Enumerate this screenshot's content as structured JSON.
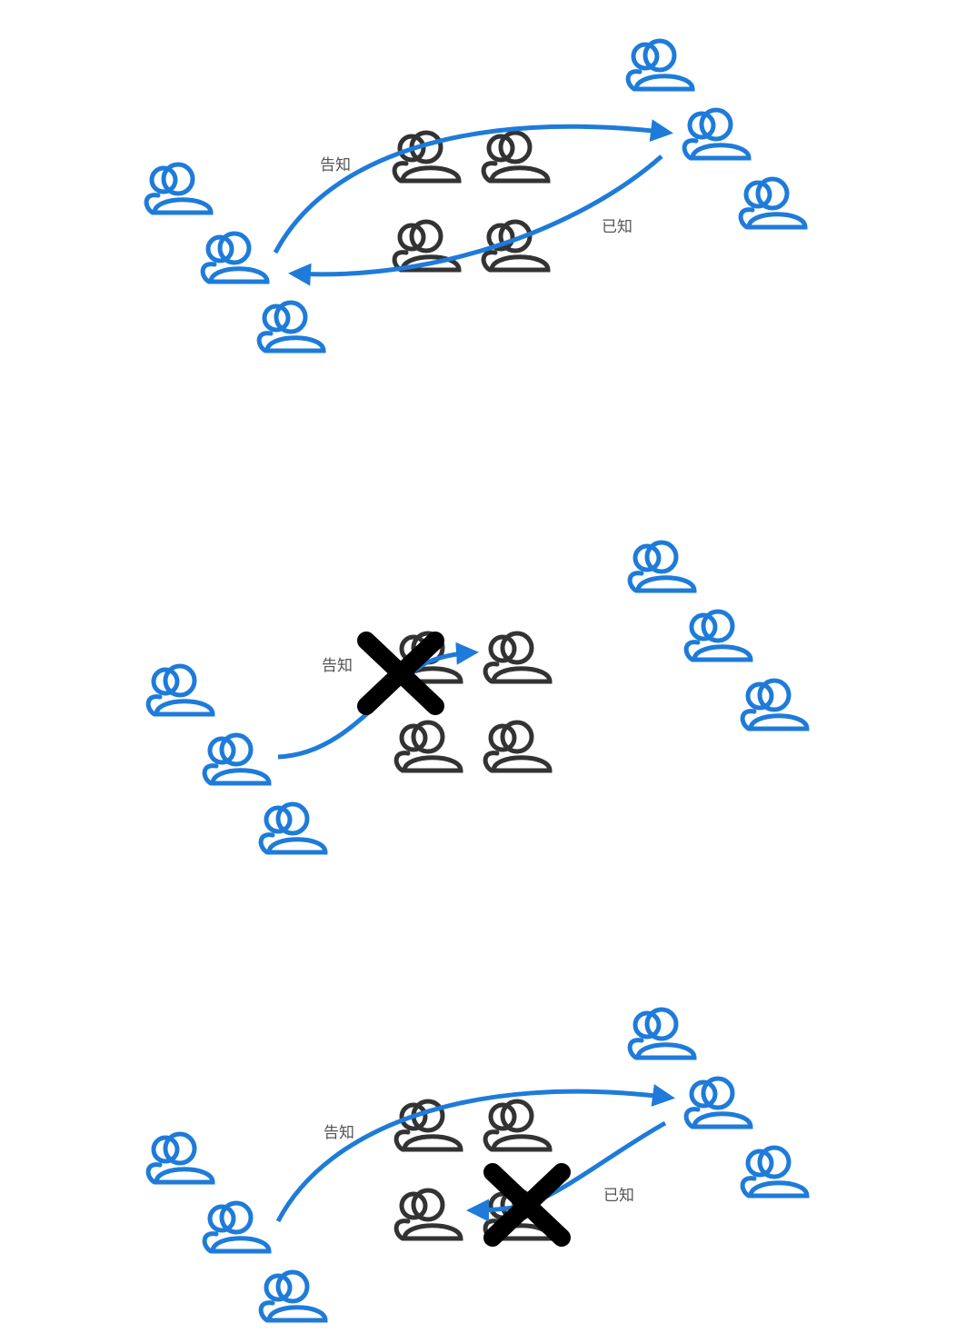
{
  "colors": {
    "blue": "#1e7bd9",
    "gray": "#333333",
    "cross": "#000000",
    "label": "#555555"
  },
  "icon": "people-icon",
  "panels": [
    {
      "id": "panel-1",
      "labels": {
        "tell": "告知",
        "known": "已知"
      }
    },
    {
      "id": "panel-2",
      "labels": {
        "tell": "告知"
      }
    },
    {
      "id": "panel-3",
      "labels": {
        "tell": "告知",
        "known": "已知"
      }
    }
  ]
}
